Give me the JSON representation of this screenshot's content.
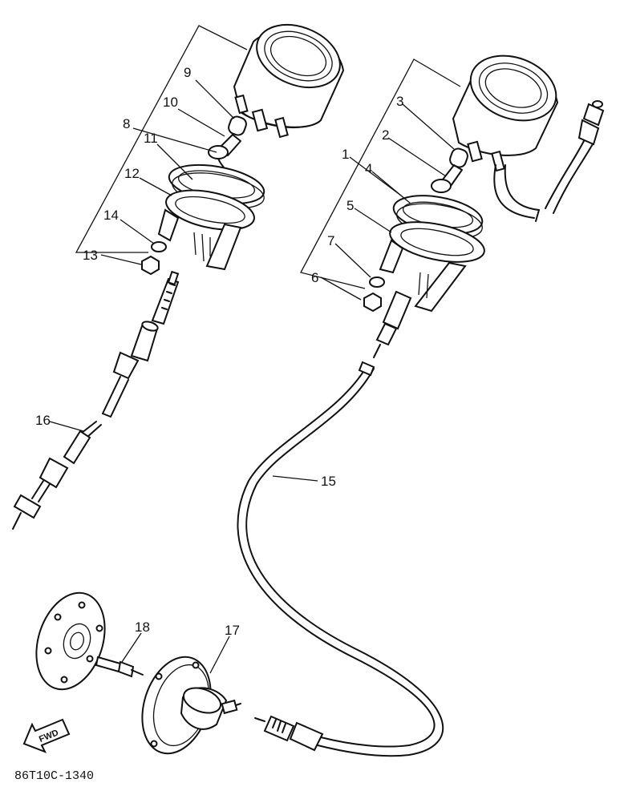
{
  "diagram": {
    "drawing_code": "86T10C-1340",
    "direction_mark": "FWD",
    "labels": {
      "p1": "1",
      "p2": "2",
      "p3": "3",
      "p4": "4",
      "p5": "5",
      "p6": "6",
      "p7": "7",
      "p8": "8",
      "p9": "9",
      "p10": "10",
      "p11": "11",
      "p12": "12",
      "p13": "13",
      "p14": "14",
      "p15": "15",
      "p16": "16",
      "p17": "17",
      "p18": "18"
    }
  }
}
